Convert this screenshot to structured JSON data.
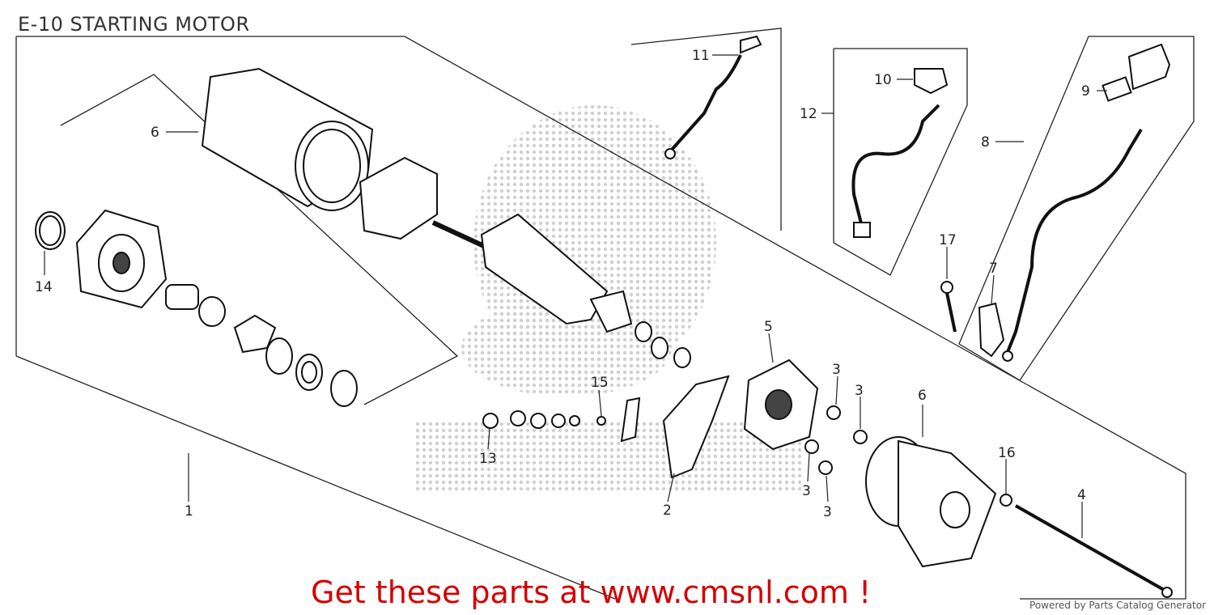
{
  "header": {
    "title": "E-10 STARTING MOTOR"
  },
  "callouts": [
    {
      "id": "c1",
      "label": "1"
    },
    {
      "id": "c2",
      "label": "2"
    },
    {
      "id": "c3a",
      "label": "3"
    },
    {
      "id": "c3b",
      "label": "3"
    },
    {
      "id": "c3c",
      "label": "3"
    },
    {
      "id": "c3d",
      "label": "3"
    },
    {
      "id": "c4",
      "label": "4"
    },
    {
      "id": "c5",
      "label": "5"
    },
    {
      "id": "c6a",
      "label": "6"
    },
    {
      "id": "c6b",
      "label": "6"
    },
    {
      "id": "c7",
      "label": "7"
    },
    {
      "id": "c8",
      "label": "8"
    },
    {
      "id": "c9",
      "label": "9"
    },
    {
      "id": "c10",
      "label": "10"
    },
    {
      "id": "c11",
      "label": "11"
    },
    {
      "id": "c12",
      "label": "12"
    },
    {
      "id": "c13",
      "label": "13"
    },
    {
      "id": "c14",
      "label": "14"
    },
    {
      "id": "c15",
      "label": "15"
    },
    {
      "id": "c16",
      "label": "16"
    },
    {
      "id": "c17",
      "label": "17"
    }
  ],
  "promo": {
    "text": "Get these parts at www.cmsnl.com !"
  },
  "footer": {
    "credit": "Powered by Parts Catalog Generator"
  }
}
